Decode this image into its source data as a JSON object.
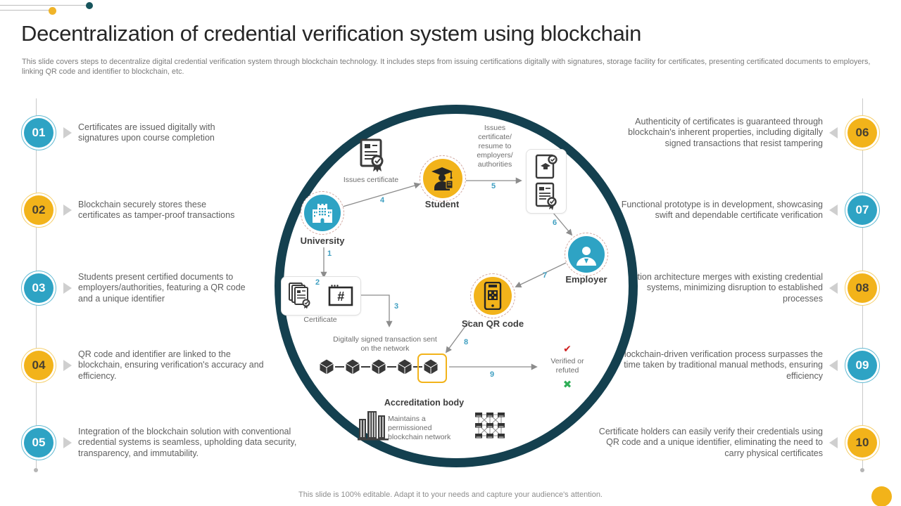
{
  "slide": {
    "title": "Decentralization of credential verification system using blockchain",
    "subtitle": "This slide covers steps to decentralize digital credential verification system through blockchain technology. It includes steps from issuing certifications digitally with signatures, storage facility for certificates, presenting certificated documents to employers, linking QR code and identifier to blockchain, etc.",
    "footer": "This slide is 100% editable. Adapt it to your needs and capture your audience's attention."
  },
  "steps_left": [
    {
      "num": "01",
      "text": "Certificates are issued digitally with signatures upon course completion"
    },
    {
      "num": "02",
      "text": "Blockchain securely stores these certificates as tamper-proof transactions"
    },
    {
      "num": "03",
      "text": "Students present certified documents to employers/authorities, featuring a QR code and a unique identifier"
    },
    {
      "num": "04",
      "text": "QR code and identifier are linked to the blockchain, ensuring verification's accuracy and efficiency."
    },
    {
      "num": "05",
      "text": "Integration of the blockchain solution with conventional credential systems is seamless, upholding data security, transparency, and immutability."
    }
  ],
  "steps_right": [
    {
      "num": "06",
      "text": "Authenticity of certificates is guaranteed through blockchain's inherent properties, including digitally signed transactions that resist tampering"
    },
    {
      "num": "07",
      "text": "Functional prototype is in development, showcasing swift and dependable certificate verification"
    },
    {
      "num": "08",
      "text": "Solution architecture merges with existing credential systems, minimizing disruption to established processes"
    },
    {
      "num": "09",
      "text": "Blockchain-driven verification process surpasses the time taken by traditional manual methods, ensuring efficiency"
    },
    {
      "num": "10",
      "text": "Certificate holders can easily verify their credentials using QR code and a unique identifier, eliminating the need to carry physical certificates"
    }
  ],
  "diagram": {
    "nodes": {
      "university": "University",
      "student": "Student",
      "employer": "Employer",
      "scan_qr": "Scan QR code",
      "certificate": "Certificate",
      "accreditation": "Accreditation body"
    },
    "labels": {
      "issues_certificate": "Issues certificate",
      "issues_cert_resume": "Issues\ncertificate/\nresume to\nemployers/\nauthorities",
      "digitally_signed": "Digitally signed transaction sent\non the network",
      "verified_refuted": "Verified or\nrefuted",
      "maintains": "Maintains a\npermissioned\nblockchain network"
    },
    "flow_numbers": [
      "1",
      "2",
      "3",
      "4",
      "5",
      "6",
      "7",
      "8",
      "9"
    ]
  },
  "icons": {
    "verified_check": "✔",
    "refuted_x": "✖"
  },
  "colors": {
    "teal": "#2ea3c4",
    "yellow": "#f2b31a",
    "navy_ring": "#14404f",
    "flow_number": "#3f9fc1",
    "check_red": "#cf1f1f",
    "x_green": "#2fae57"
  }
}
